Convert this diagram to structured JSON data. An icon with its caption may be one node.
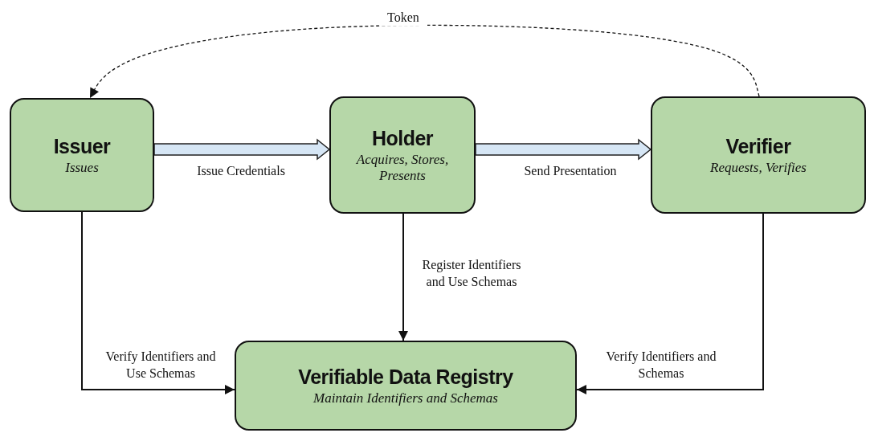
{
  "diagram": {
    "nodes": [
      {
        "text": [
          "Issuer",
          "Issues"
        ]
      },
      {
        "text": [
          "Holder",
          "Acquires, Stores, Presents"
        ]
      },
      {
        "text": [
          "Verifier",
          "Requests, Verifies"
        ]
      },
      {
        "text": [
          "Verifiable Data Registry",
          "Maintain Identifiers and Schemas"
        ]
      }
    ],
    "edges": [
      {
        "from": 0,
        "to": 1,
        "arrow": "to",
        "label": "Issue Credentials",
        "style": "thick",
        "color": "#d6e6f5"
      },
      {
        "from": 1,
        "to": 2,
        "arrow": "to",
        "label": "Send Presentation",
        "style": "thick",
        "color": "#d6e6f5"
      },
      {
        "from": 1,
        "to": 3,
        "arrow": "to",
        "label": "Register Identifiers and Use Schemas"
      },
      {
        "from": 0,
        "to": 3,
        "arrow": "to",
        "label": "Verify Identifiers and Use Schemas"
      },
      {
        "from": 2,
        "to": 3,
        "arrow": "to",
        "label": "Verify Identifiers and Schemas"
      },
      {
        "from": 2,
        "to": 0,
        "arrow": "to",
        "label": "Token",
        "style": "dashed"
      }
    ]
  }
}
